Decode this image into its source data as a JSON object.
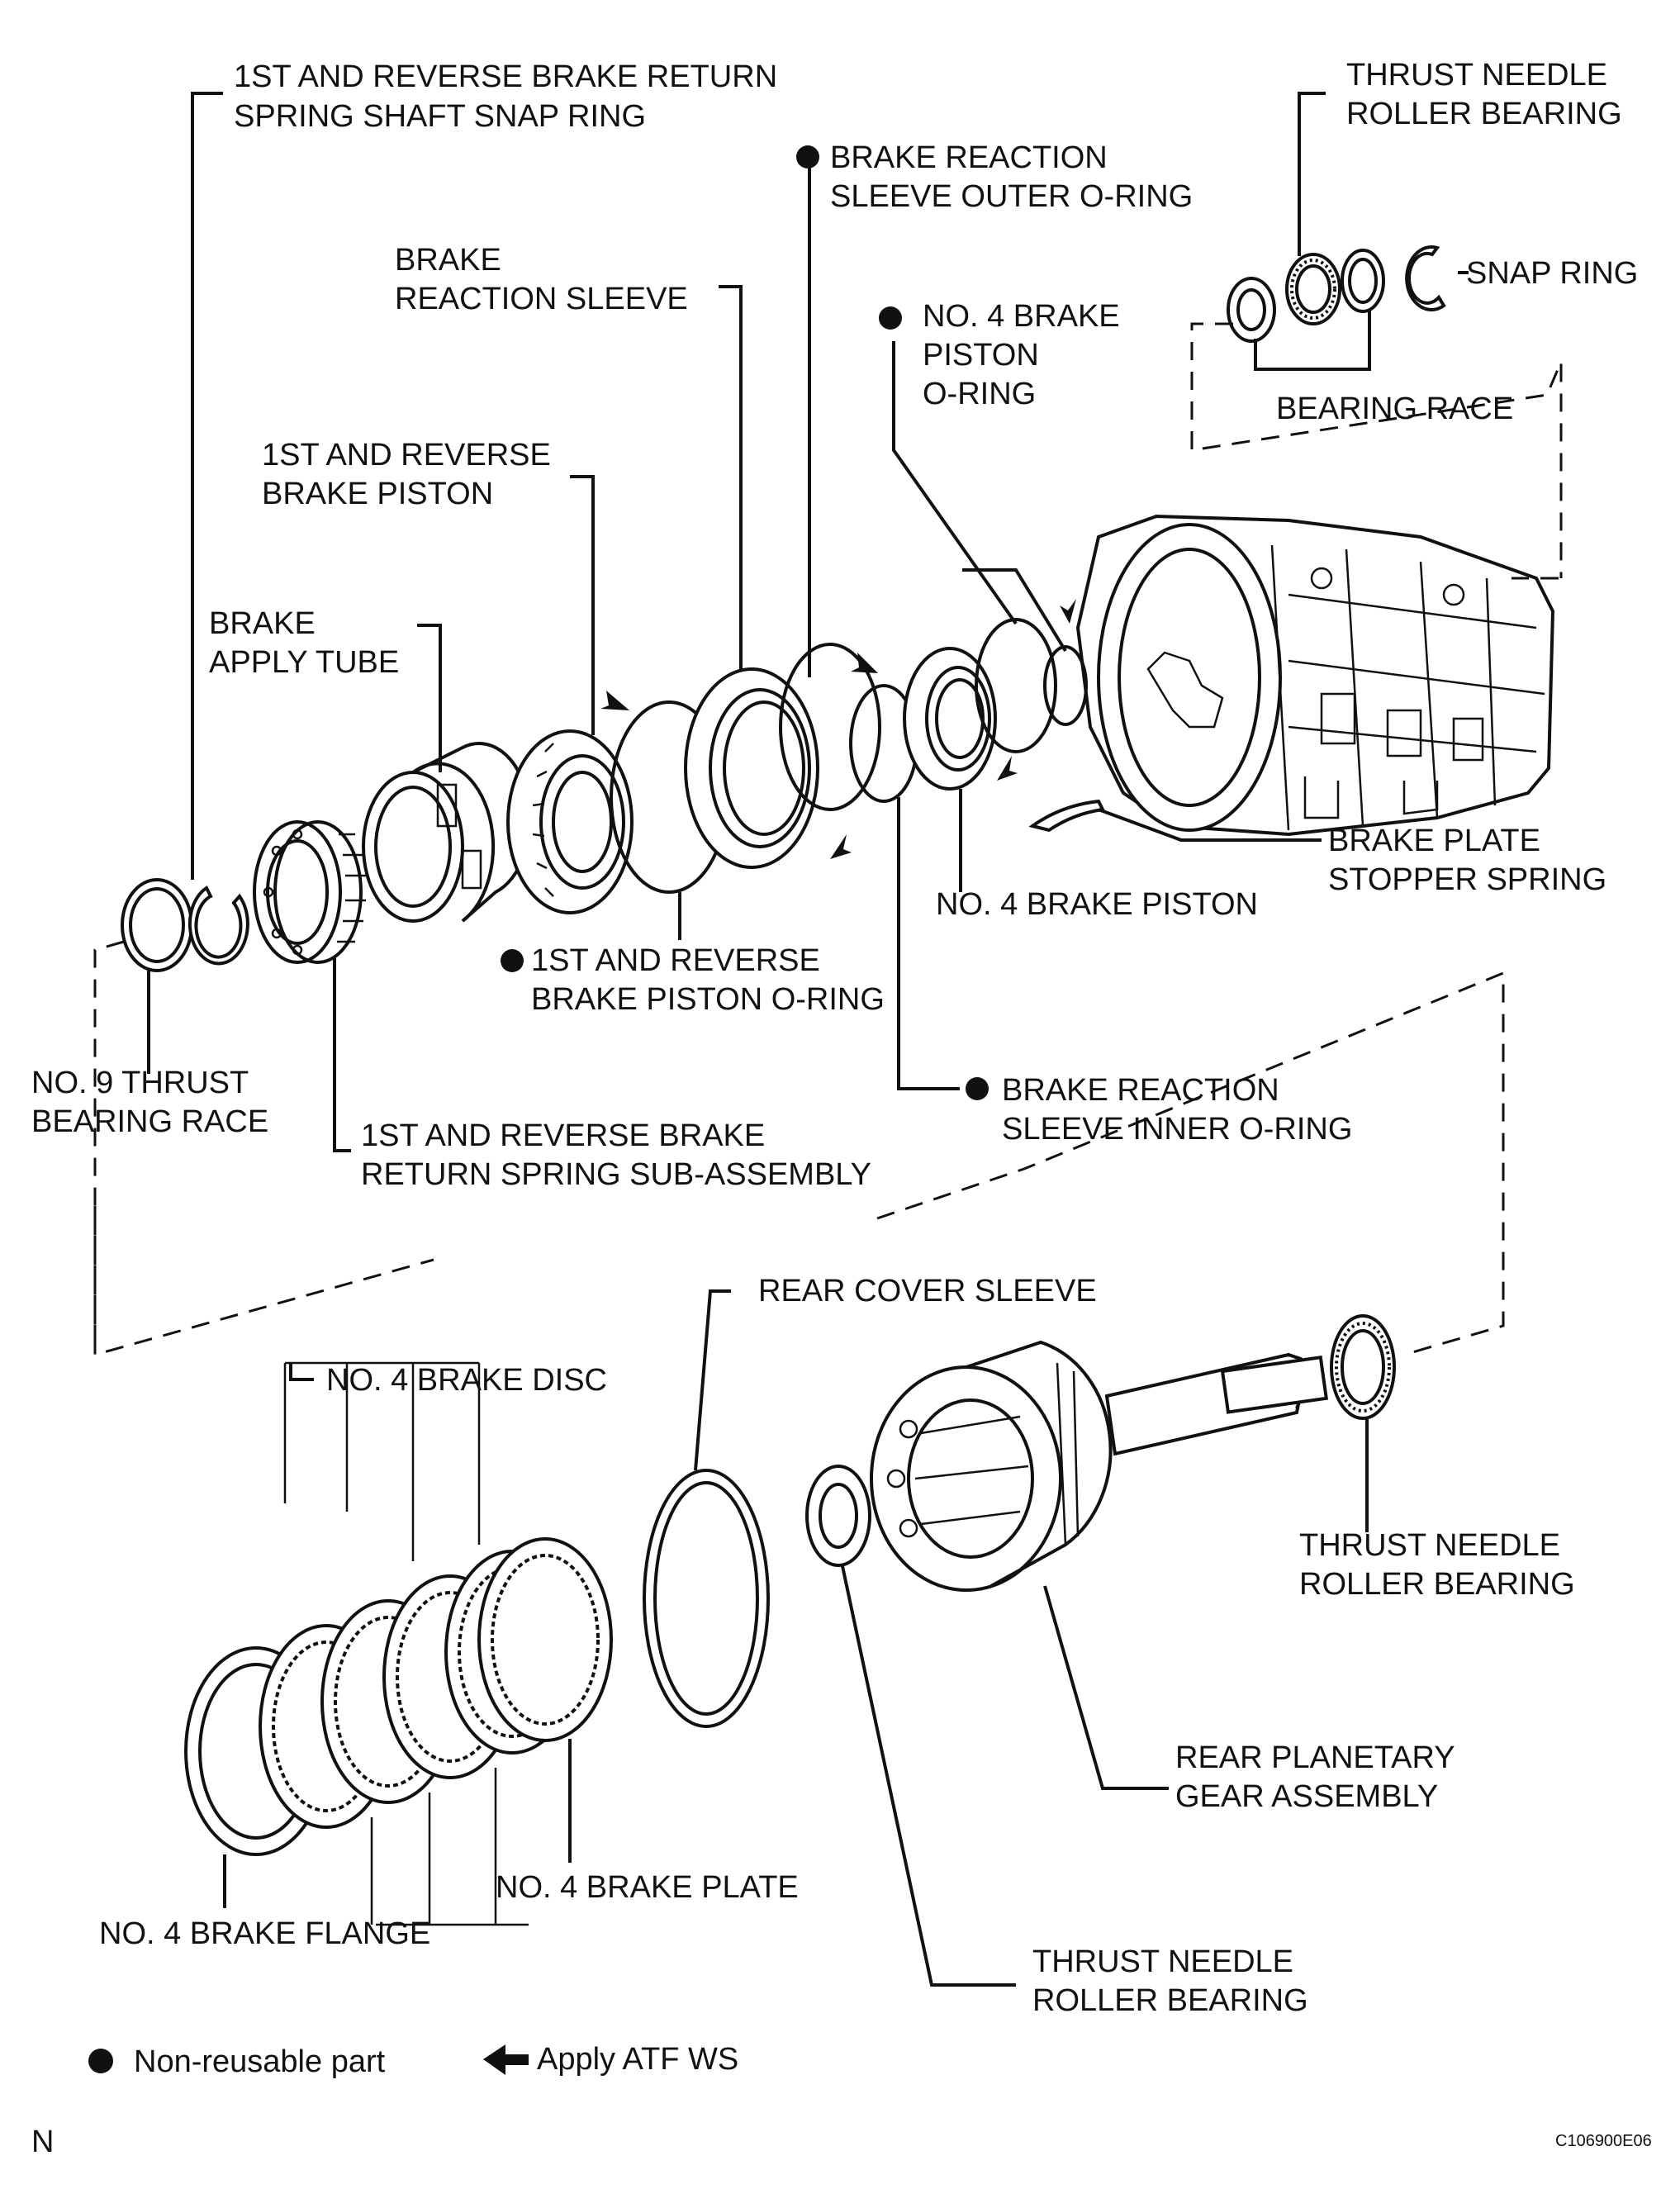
{
  "labels": {
    "snap_ring_shaft": [
      "1ST AND REVERSE BRAKE RETURN",
      "SPRING SHAFT SNAP RING"
    ],
    "thrust_top": [
      "THRUST NEEDLE",
      "ROLLER BEARING"
    ],
    "outer_oring": [
      "BRAKE REACTION",
      "SLEEVE OUTER O-RING"
    ],
    "reaction_sleeve": [
      "BRAKE",
      "REACTION SLEEVE"
    ],
    "snap_ring": "SNAP RING",
    "no4_piston_oring": [
      "NO. 4 BRAKE",
      "PISTON",
      "O-RING"
    ],
    "bearing_race": "BEARING RACE",
    "brake_piston": [
      "1ST AND REVERSE",
      "BRAKE PISTON"
    ],
    "apply_tube": [
      "BRAKE",
      "APPLY TUBE"
    ],
    "stopper_spring": [
      "BRAKE PLATE",
      "STOPPER SPRING"
    ],
    "no4_piston": "NO. 4 BRAKE PISTON",
    "piston_oring": [
      "1ST AND REVERSE",
      "BRAKE PISTON O-RING"
    ],
    "no9_race": [
      "NO. 9 THRUST",
      "BEARING RACE"
    ],
    "inner_oring": [
      "BRAKE REACTION",
      "SLEEVE INNER O-RING"
    ],
    "return_spring": [
      "1ST AND REVERSE BRAKE",
      "RETURN SPRING SUB-ASSEMBLY"
    ],
    "rear_cover_sleeve": "REAR COVER SLEEVE",
    "no4_disc": "NO. 4 BRAKE DISC",
    "thrust_right": [
      "THRUST NEEDLE",
      "ROLLER BEARING"
    ],
    "planetary": [
      "REAR PLANETARY",
      "GEAR ASSEMBLY"
    ],
    "no4_plate": "NO. 4 BRAKE PLATE",
    "no4_flange": "NO. 4 BRAKE FLANGE",
    "thrust_bottom": [
      "THRUST NEEDLE",
      "ROLLER BEARING"
    ]
  },
  "legend": {
    "non_reusable": "Non-reusable part",
    "apply_atf": "Apply ATF WS"
  },
  "corner_left": "N",
  "corner_right": "C106900E06"
}
